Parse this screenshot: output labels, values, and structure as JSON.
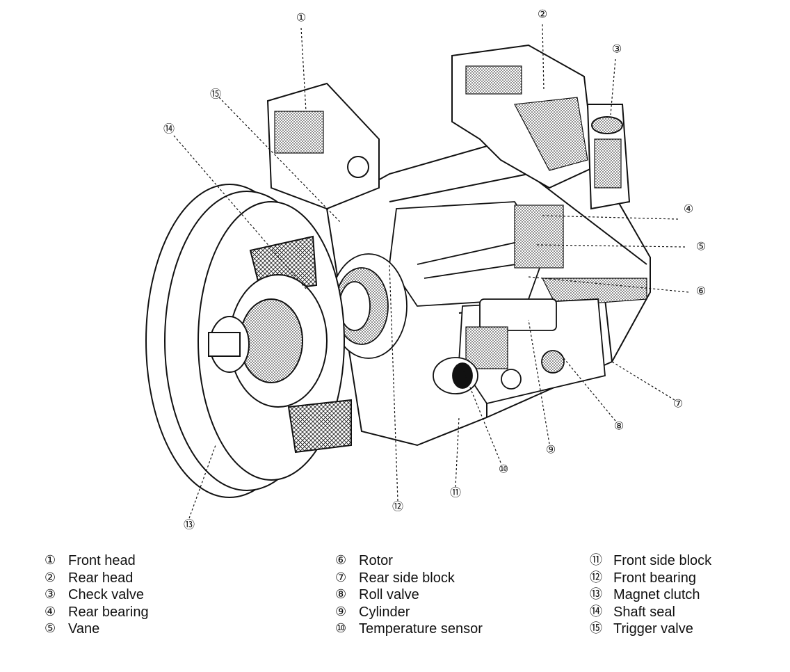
{
  "callouts": [
    {
      "num": "①",
      "label": "Front head"
    },
    {
      "num": "②",
      "label": "Rear head"
    },
    {
      "num": "③",
      "label": "Check valve"
    },
    {
      "num": "④",
      "label": "Rear bearing"
    },
    {
      "num": "⑤",
      "label": "Vane"
    },
    {
      "num": "⑥",
      "label": "Rotor"
    },
    {
      "num": "⑦",
      "label": "Rear side block"
    },
    {
      "num": "⑧",
      "label": "Roll valve"
    },
    {
      "num": "⑨",
      "label": "Cylinder"
    },
    {
      "num": "⑩",
      "label": "Temperature sensor"
    },
    {
      "num": "⑪",
      "label": "Front side block"
    },
    {
      "num": "⑫",
      "label": "Front bearing"
    },
    {
      "num": "⑬",
      "label": "Magnet clutch"
    },
    {
      "num": "⑭",
      "label": "Shaft seal"
    },
    {
      "num": "⑮",
      "label": "Trigger valve"
    }
  ],
  "colors": {
    "ink": "#111111",
    "shade": "#b9b9b9",
    "light": "#e2e2e2",
    "paper": "#ffffff"
  }
}
